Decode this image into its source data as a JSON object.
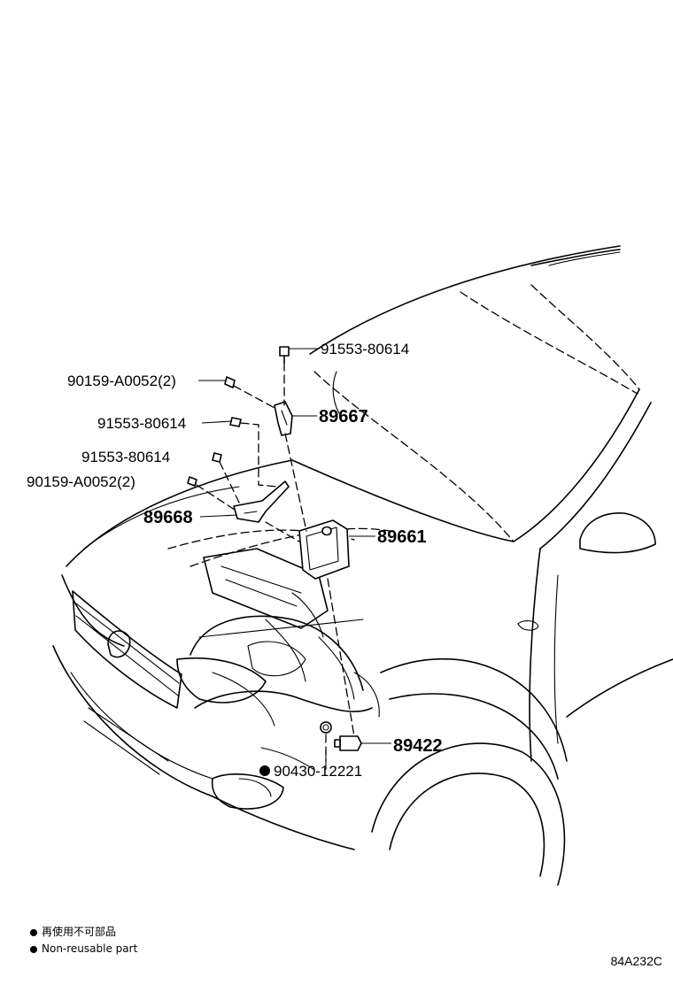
{
  "callouts": {
    "c1": "91553-80614",
    "c2": "90159-A0052(2)",
    "c3": "89667",
    "c4": "91553-80614",
    "c5": "91553-80614",
    "c6": "90159-A0052(2)",
    "c7": "89668",
    "c8": "89661",
    "c9": "89422",
    "c10": "90430-12221"
  },
  "legend": {
    "jp": "再使用不可部品",
    "en": "Non-reusable part"
  },
  "ref_code": "84A232C"
}
